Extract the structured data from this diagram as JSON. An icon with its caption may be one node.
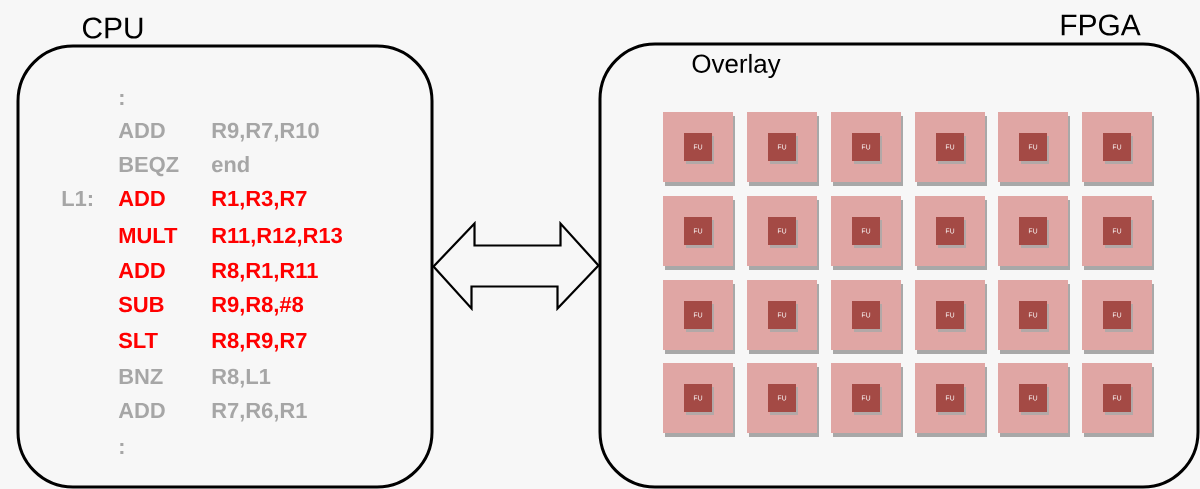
{
  "diagram": {
    "nodes": [
      {
        "text": [
          "CPU",
          ":",
          "ADD",
          "R9,R7,R10",
          "BEQZ",
          "end",
          "L1:",
          "ADD",
          "R1,R3,R7",
          "MULT",
          "R11,R12,R13",
          "ADD",
          "R8,R1,R11",
          "SUB",
          "R9,R8,#8",
          "SLT",
          "R8,R9,R7",
          "BNZ",
          "R8,L1",
          "ADD",
          "R7,R6,R1",
          ":"
        ]
      },
      {
        "text": [
          "FPGA",
          "Overlay"
        ]
      },
      {
        "text": [],
        "shape": "box",
        "in": 1
      },
      {
        "text": [
          "FU"
        ],
        "in": 2
      },
      {
        "text": [],
        "shape": "box",
        "in": 1
      },
      {
        "text": [
          "FU"
        ],
        "in": 4
      },
      {
        "text": [],
        "shape": "box",
        "in": 1
      },
      {
        "text": [
          "FU"
        ],
        "in": 6
      },
      {
        "text": [],
        "shape": "box",
        "in": 1
      },
      {
        "text": [
          "FU"
        ],
        "in": 8
      },
      {
        "text": [],
        "shape": "box",
        "in": 1
      },
      {
        "text": [
          "FU"
        ],
        "in": 10
      },
      {
        "text": [],
        "shape": "box",
        "in": 1
      },
      {
        "text": [
          "FU"
        ],
        "in": 12
      },
      {
        "text": [],
        "shape": "box",
        "in": 1
      },
      {
        "text": [
          "FU"
        ],
        "in": 14
      },
      {
        "text": [],
        "shape": "box",
        "in": 1
      },
      {
        "text": [
          "FU"
        ],
        "in": 16
      },
      {
        "text": [],
        "shape": "box",
        "in": 1
      },
      {
        "text": [
          "FU"
        ],
        "in": 18
      },
      {
        "text": [],
        "shape": "box",
        "in": 1
      },
      {
        "text": [
          "FU"
        ],
        "in": 20
      },
      {
        "text": [],
        "shape": "box",
        "in": 1
      },
      {
        "text": [
          "FU"
        ],
        "in": 22
      },
      {
        "text": [],
        "shape": "box",
        "in": 1
      },
      {
        "text": [
          "FU"
        ],
        "in": 24
      },
      {
        "text": [],
        "shape": "box",
        "in": 1
      },
      {
        "text": [
          "FU"
        ],
        "in": 26
      },
      {
        "text": [],
        "shape": "box",
        "in": 1
      },
      {
        "text": [
          "FU"
        ],
        "in": 28
      },
      {
        "text": [],
        "shape": "box",
        "in": 1
      },
      {
        "text": [
          "FU"
        ],
        "in": 30
      },
      {
        "text": [],
        "shape": "box",
        "in": 1
      },
      {
        "text": [
          "FU"
        ],
        "in": 32
      },
      {
        "text": [],
        "shape": "box",
        "in": 1
      },
      {
        "text": [
          "FU"
        ],
        "in": 34
      },
      {
        "text": [],
        "shape": "box",
        "in": 1
      },
      {
        "text": [
          "FU"
        ],
        "in": 36
      },
      {
        "text": [],
        "shape": "box",
        "in": 1
      },
      {
        "text": [
          "FU"
        ],
        "in": 38
      },
      {
        "text": [],
        "shape": "box",
        "in": 1
      },
      {
        "text": [
          "FU"
        ],
        "in": 40
      },
      {
        "text": [],
        "shape": "box",
        "in": 1
      },
      {
        "text": [
          "FU"
        ],
        "in": 42
      },
      {
        "text": [],
        "shape": "box",
        "in": 1
      },
      {
        "text": [
          "FU"
        ],
        "in": 44
      },
      {
        "text": [],
        "shape": "box",
        "in": 1
      },
      {
        "text": [
          "FU"
        ],
        "in": 46
      },
      {
        "text": [],
        "shape": "box",
        "in": 1
      },
      {
        "text": [
          "FU"
        ],
        "in": 48
      }
    ],
    "edges": [
      {
        "from": 0,
        "to": 1,
        "arrow": "both"
      }
    ]
  }
}
